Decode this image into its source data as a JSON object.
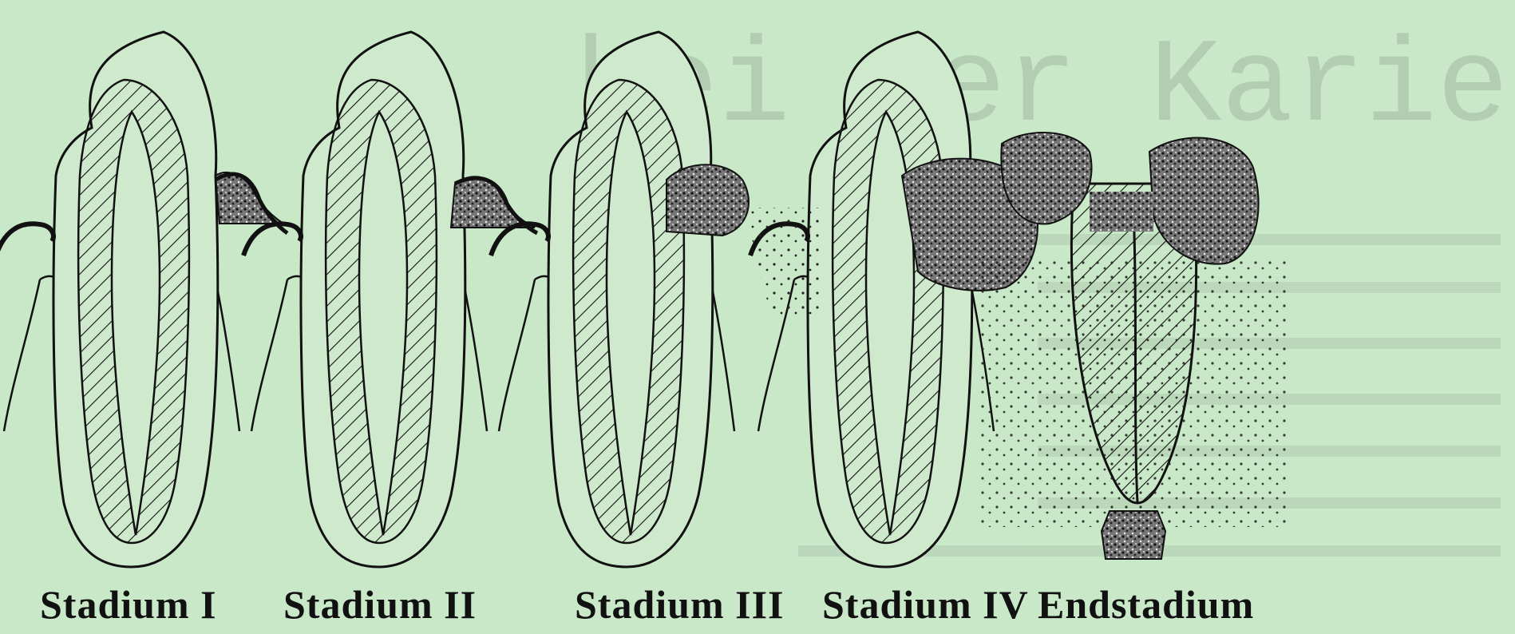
{
  "stages": [
    {
      "id": "stage-1",
      "label": "Stadium I"
    },
    {
      "id": "stage-2",
      "label": "Stadium II"
    },
    {
      "id": "stage-3",
      "label": "Stadium III"
    },
    {
      "id": "stage-4",
      "label": "Stadium IV"
    },
    {
      "id": "stage-5",
      "label": "Endstadium"
    }
  ],
  "background_heading": "bei der Karies",
  "colors": {
    "background": "#c9e8c8",
    "ink": "#111111",
    "ghost_text": "#b3cdb3"
  }
}
